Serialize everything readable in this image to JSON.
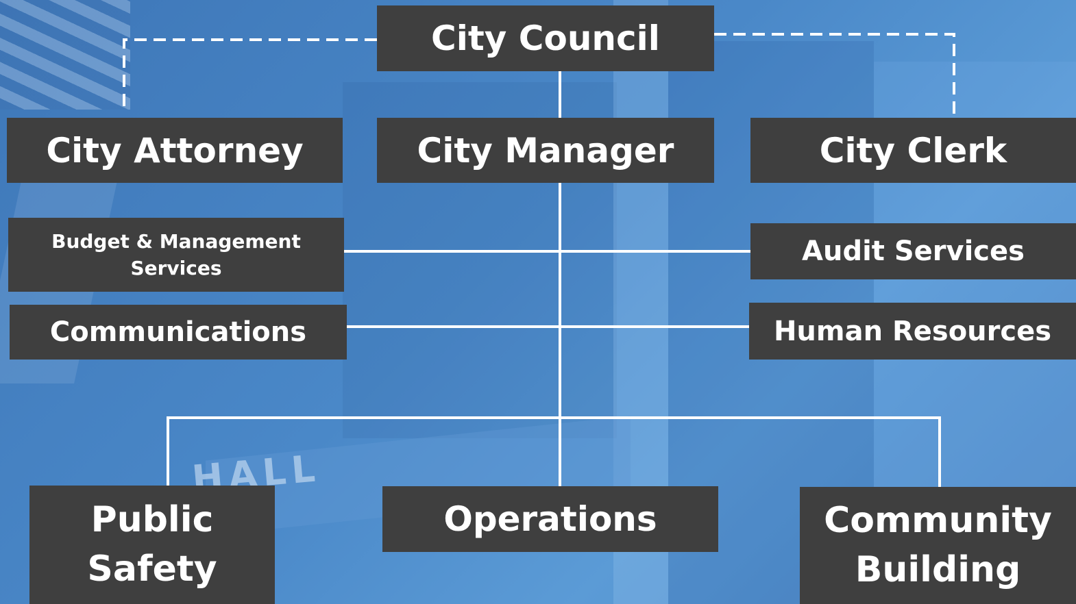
{
  "org_chart": {
    "top": {
      "council": {
        "label": "City Council"
      }
    },
    "direct_reports": {
      "attorney": {
        "label": "City Attorney"
      },
      "manager": {
        "label": "City Manager"
      },
      "clerk": {
        "label": "City Clerk"
      }
    },
    "manager_offices": {
      "budget": {
        "label": "Budget & Management Services"
      },
      "audit": {
        "label": "Audit Services"
      },
      "communications": {
        "label": "Communications"
      },
      "human_resources": {
        "label": "Human Resources"
      }
    },
    "departments": {
      "public_safety": {
        "label": "Public Safety"
      },
      "operations": {
        "label": "Operations"
      },
      "community_building": {
        "label": "Community Building"
      }
    }
  },
  "colors": {
    "box_fill": "#3f3f3f",
    "box_text": "#ffffff",
    "connector": "#ffffff",
    "background": "#4a88c8"
  }
}
